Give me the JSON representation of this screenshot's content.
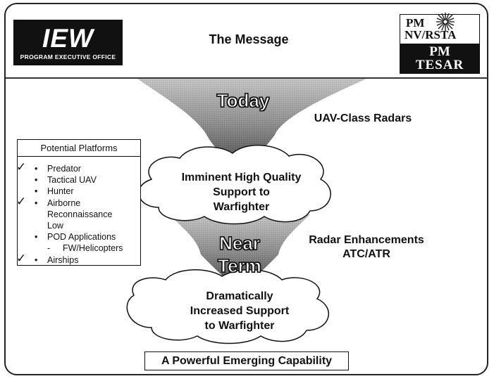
{
  "header": {
    "left_logo": {
      "text": "IEW",
      "subtitle": "PROGRAM EXECUTIVE OFFICE"
    },
    "title": "The Message",
    "right_logo": {
      "line1": "PM",
      "line2": "NV/RSTA",
      "line3": "PM",
      "line4": "TESAR"
    }
  },
  "flow": {
    "stage1": {
      "label": "Today",
      "side_text": "UAV-Class Radars"
    },
    "cloud1": [
      "Imminent High Quality",
      "Support to",
      "Warfighter"
    ],
    "stage2": {
      "label_line1": "Near",
      "label_line2": "Term",
      "side_text_line1": "Radar Enhancements",
      "side_text_line2": "ATC/ATR"
    },
    "cloud2": [
      "Dramatically",
      "Increased Support",
      "to Warfighter"
    ]
  },
  "platforms": {
    "title": "Potential Platforms",
    "items": [
      {
        "text": "Predator",
        "checked": true,
        "bullet": "•"
      },
      {
        "text": "Tactical UAV",
        "checked": false,
        "bullet": "•"
      },
      {
        "text": "Hunter",
        "checked": false,
        "bullet": "•"
      },
      {
        "text": "Airborne",
        "checked": true,
        "bullet": "•"
      },
      {
        "text": "Reconnaissance",
        "checked": false,
        "bullet": ""
      },
      {
        "text": "Low",
        "checked": false,
        "bullet": ""
      },
      {
        "text": "POD Applications",
        "checked": false,
        "bullet": "•"
      },
      {
        "text": "FW/Helicopters",
        "checked": false,
        "bullet": "-",
        "sub": true
      },
      {
        "text": "Airships",
        "checked": true,
        "bullet": "•"
      }
    ],
    "check_glyph": "✓"
  },
  "footer": {
    "capability": "A Powerful Emerging Capability"
  }
}
